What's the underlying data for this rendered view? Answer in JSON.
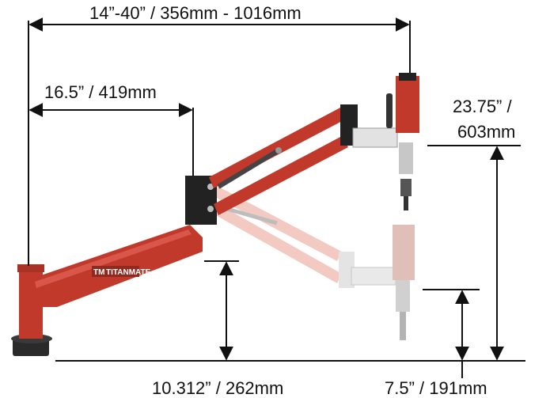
{
  "dimensions": {
    "reach_range": "14”-40” / 356mm - 1016mm",
    "base_arm": "16.5” / 419mm",
    "vertical_travel_line1": "23.75” /",
    "vertical_travel_line2": "603mm",
    "base_height": "10.312” / 262mm",
    "low_height": "7.5” / 191mm"
  },
  "logo": {
    "mark": "TM",
    "text": "TITANMATE"
  },
  "colors": {
    "arm_red": "#c0392b",
    "arm_ghost": "#e9a08f",
    "dark_metal": "#2a2a2a",
    "silver": "#d4d4d4",
    "dimension_line": "#111111"
  }
}
